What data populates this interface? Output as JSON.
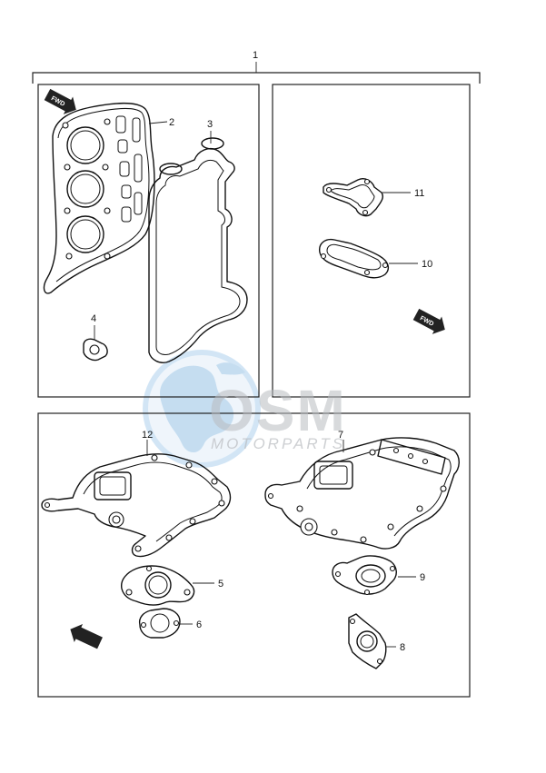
{
  "labels": {
    "set": "1",
    "p2": "2",
    "p3": "3",
    "p4": "4",
    "p5": "5",
    "p6": "6",
    "p7": "7",
    "p8": "8",
    "p9": "9",
    "p10": "10",
    "p11": "11",
    "p12": "12"
  },
  "fwd_markers": [
    "FWD",
    "FWD",
    "FWD"
  ],
  "watermark": {
    "brand": "OSM",
    "tagline": "MOTORPARTS"
  },
  "colors": {
    "line": "#111111",
    "watermark_globe": "#9cc7ea",
    "watermark_text": "#b9bcc0"
  }
}
